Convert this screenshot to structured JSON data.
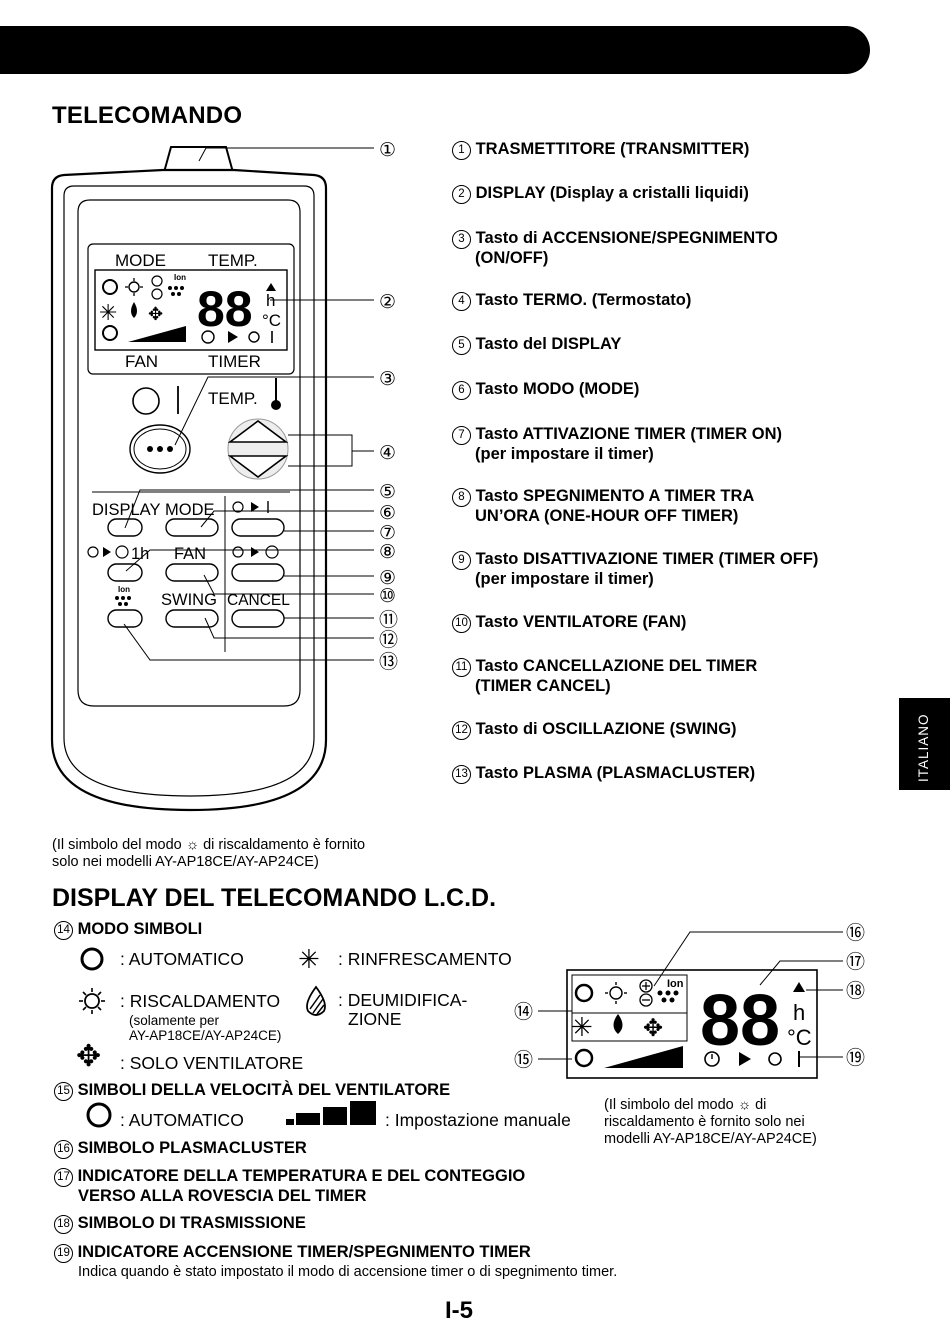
{
  "page": {
    "title": "TELECOMANDO",
    "side_tab": "ITALIANO",
    "page_number": "I-5"
  },
  "remote": {
    "lcd_labels": {
      "mode": "MODE",
      "temp": "TEMP.",
      "fan": "FAN",
      "timer": "TIMER",
      "digits": "88",
      "unit_h": "h",
      "unit_c": "°C",
      "ion": "Ion"
    },
    "buttons": {
      "temp": "TEMP.",
      "display": "DISPLAY",
      "mode": "MODE",
      "one_hour": "1h",
      "fan": "FAN",
      "swing": "SWING",
      "cancel": "CANCEL",
      "ion": "Ion"
    },
    "callouts": [
      "①",
      "②",
      "③",
      "④",
      "⑤",
      "⑥",
      "⑦",
      "⑧",
      "⑨",
      "⑩",
      "⑪",
      "⑫",
      "⑬"
    ]
  },
  "legend": [
    {
      "num": "1",
      "line1": "TRASMETTITORE (TRANSMITTER)",
      "line2": ""
    },
    {
      "num": "2",
      "line1": "DISPLAY (Display a cristalli liquidi)",
      "line2": ""
    },
    {
      "num": "3",
      "line1": "Tasto di ACCENSIONE/SPEGNIMENTO",
      "line2": "(ON/OFF)"
    },
    {
      "num": "4",
      "line1": "Tasto TERMO. (Termostato)",
      "line2": ""
    },
    {
      "num": "5",
      "line1": "Tasto del DISPLAY",
      "line2": ""
    },
    {
      "num": "6",
      "line1": "Tasto MODO (MODE)",
      "line2": ""
    },
    {
      "num": "7",
      "line1": "Tasto ATTIVAZIONE TIMER (TIMER ON)",
      "line2": "(per impostare il timer)"
    },
    {
      "num": "8",
      "line1": "Tasto SPEGNIMENTO A TIMER TRA",
      "line2": "UN’ORA (ONE-HOUR OFF TIMER)"
    },
    {
      "num": "9",
      "line1": "Tasto DISATTIVAZIONE TIMER (TIMER OFF)",
      "line2": "(per impostare il timer)"
    },
    {
      "num": "10",
      "line1": "Tasto VENTILATORE (FAN)",
      "line2": ""
    },
    {
      "num": "11",
      "line1": "Tasto CANCELLAZIONE DEL TIMER",
      "line2": "(TIMER CANCEL)"
    },
    {
      "num": "12",
      "line1": "Tasto di OSCILLAZIONE (SWING)",
      "line2": ""
    },
    {
      "num": "13",
      "line1": "Tasto PLASMA (PLASMACLUSTER)",
      "line2": ""
    }
  ],
  "note1": {
    "part1": "(Il simbolo del modo",
    "part2": "di riscaldamento è fornito",
    "line2": "solo nei modelli AY-AP18CE/AY-AP24CE)"
  },
  "lcd_section": {
    "title": "DISPLAY DEL TELECOMANDO L.C.D.",
    "s14": {
      "num": "14",
      "title": "MODO SIMBOLI"
    },
    "auto": ": AUTOMATICO",
    "cool": ": RINFRESCAMENTO",
    "heat": ": RISCALDAMENTO",
    "heat_note1": "(solamente per",
    "heat_note2": "AY-AP18CE/AY-AP24CE)",
    "dehum1": ": DEUMIDIFICA-",
    "dehum2": "ZIONE",
    "fan_only": ": SOLO VENTILATORE",
    "s15": {
      "num": "15",
      "title": "SIMBOLI DELLA VELOCITÀ DEL VENTILATORE"
    },
    "fan_auto": ": AUTOMATICO",
    "manual": ": Impostazione manuale",
    "s16": {
      "num": "16",
      "title": "SIMBOLO PLASMACLUSTER"
    },
    "s17": {
      "num": "17",
      "title1": "INDICATORE DELLA TEMPERATURA E DEL CONTEGGIO",
      "title2": "VERSO ALLA ROVESCIA DEL TIMER"
    },
    "s18": {
      "num": "18",
      "title": "SIMBOLO DI TRASMISSIONE"
    },
    "s19": {
      "num": "19",
      "title": "INDICATORE ACCENSIONE TIMER/SPEGNIMENTO TIMER",
      "desc": "Indica quando è stato impostato il modo di accensione timer o di spegnimento timer."
    },
    "note2_line1a": "(Il simbolo del modo",
    "note2_line1b": "di",
    "note2_line2": "riscaldamento è fornito solo nei",
    "note2_line3": "modelli AY-AP18CE/AY-AP24CE)",
    "lcd_callouts": [
      "⑭",
      "⑮",
      "⑯",
      "⑰",
      "⑱",
      "⑲"
    ],
    "lcd_digits": "88",
    "lcd_h": "h",
    "lcd_c": "°C",
    "lcd_ion": "Ion"
  }
}
